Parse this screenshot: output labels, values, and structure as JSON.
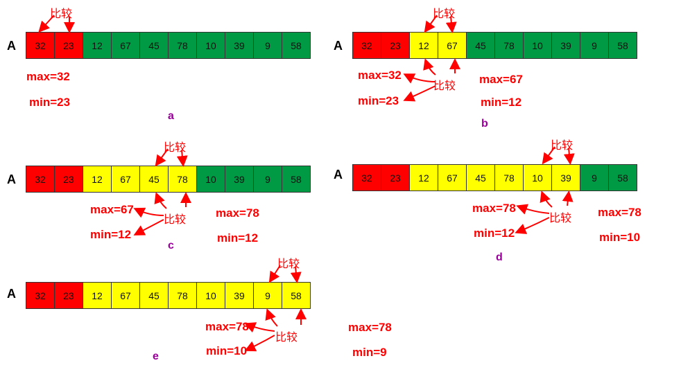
{
  "panels": [
    {
      "array_label": "A",
      "cells": [
        {
          "v": "32",
          "c": "red"
        },
        {
          "v": "23",
          "c": "red"
        },
        {
          "v": "12",
          "c": "green"
        },
        {
          "v": "67",
          "c": "green"
        },
        {
          "v": "45",
          "c": "green"
        },
        {
          "v": "78",
          "c": "green"
        },
        {
          "v": "10",
          "c": "green"
        },
        {
          "v": "39",
          "c": "green"
        },
        {
          "v": "9",
          "c": "green"
        },
        {
          "v": "58",
          "c": "green"
        }
      ],
      "compare_top": "比较",
      "max_left": "max=32",
      "min_left": "min=23",
      "letter": "a"
    },
    {
      "array_label": "A",
      "cells": [
        {
          "v": "32",
          "c": "red"
        },
        {
          "v": "23",
          "c": "red"
        },
        {
          "v": "12",
          "c": "yellow"
        },
        {
          "v": "67",
          "c": "yellow"
        },
        {
          "v": "45",
          "c": "green"
        },
        {
          "v": "78",
          "c": "green"
        },
        {
          "v": "10",
          "c": "green"
        },
        {
          "v": "39",
          "c": "green"
        },
        {
          "v": "9",
          "c": "green"
        },
        {
          "v": "58",
          "c": "green"
        }
      ],
      "compare_top": "比较",
      "compare_bottom": "比较",
      "max_left": "max=32",
      "min_left": "min=23",
      "max_right": "max=67",
      "min_right": "min=12",
      "letter": "b"
    },
    {
      "array_label": "A",
      "cells": [
        {
          "v": "32",
          "c": "red"
        },
        {
          "v": "23",
          "c": "red"
        },
        {
          "v": "12",
          "c": "yellow"
        },
        {
          "v": "67",
          "c": "yellow"
        },
        {
          "v": "45",
          "c": "yellow"
        },
        {
          "v": "78",
          "c": "yellow"
        },
        {
          "v": "10",
          "c": "green"
        },
        {
          "v": "39",
          "c": "green"
        },
        {
          "v": "9",
          "c": "green"
        },
        {
          "v": "58",
          "c": "green"
        }
      ],
      "compare_top": "比较",
      "compare_bottom": "比较",
      "max_left": "max=67",
      "min_left": "min=12",
      "max_right": "max=78",
      "min_right": "min=12",
      "letter": "c"
    },
    {
      "array_label": "A",
      "cells": [
        {
          "v": "32",
          "c": "red"
        },
        {
          "v": "23",
          "c": "red"
        },
        {
          "v": "12",
          "c": "yellow"
        },
        {
          "v": "67",
          "c": "yellow"
        },
        {
          "v": "45",
          "c": "yellow"
        },
        {
          "v": "78",
          "c": "yellow"
        },
        {
          "v": "10",
          "c": "yellow"
        },
        {
          "v": "39",
          "c": "yellow"
        },
        {
          "v": "9",
          "c": "green"
        },
        {
          "v": "58",
          "c": "green"
        }
      ],
      "compare_top": "比较",
      "compare_bottom": "比较",
      "max_left": "max=78",
      "min_left": "min=12",
      "max_right": "max=78",
      "min_right": "min=10",
      "letter": "d"
    },
    {
      "array_label": "A",
      "cells": [
        {
          "v": "32",
          "c": "red"
        },
        {
          "v": "23",
          "c": "red"
        },
        {
          "v": "12",
          "c": "yellow"
        },
        {
          "v": "67",
          "c": "yellow"
        },
        {
          "v": "45",
          "c": "yellow"
        },
        {
          "v": "78",
          "c": "yellow"
        },
        {
          "v": "10",
          "c": "yellow"
        },
        {
          "v": "39",
          "c": "yellow"
        },
        {
          "v": "9",
          "c": "yellow"
        },
        {
          "v": "58",
          "c": "yellow"
        }
      ],
      "compare_top": "比较",
      "compare_bottom": "比较",
      "max_left": "max=78",
      "min_left": "min=10",
      "max_right": "max=78",
      "min_right": "min=9",
      "letter": "e"
    }
  ],
  "colors": {
    "red": "#ff0000",
    "green": "#009944",
    "yellow": "#ffff00",
    "annotation": "#ff0000",
    "letter": "#990099"
  }
}
